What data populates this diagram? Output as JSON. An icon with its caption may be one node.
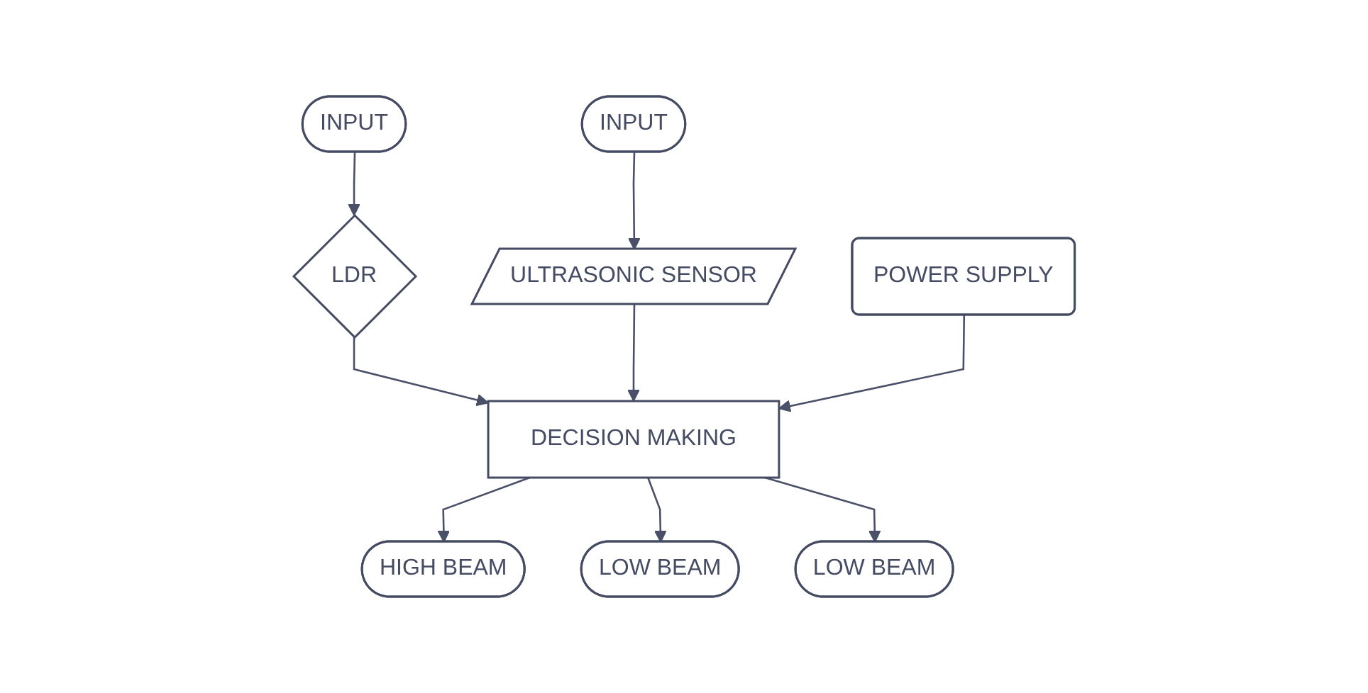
{
  "diagram": {
    "nodes": [
      {
        "text": [
          "INPUT"
        ]
      },
      {
        "text": [
          "HIGH BEAM"
        ]
      },
      {
        "text": [
          "INPUT"
        ]
      },
      {
        "text": [
          "LDR"
        ]
      },
      {
        "text": [
          "ULTRASONIC SENSOR"
        ]
      },
      {
        "text": [
          "LOW BEAM"
        ]
      },
      {
        "text": [
          "DECISION MAKING"
        ]
      },
      {
        "text": [
          "LOW BEAM"
        ]
      },
      {
        "text": [
          "POWER SUPPLY"
        ]
      }
    ],
    "edges": [
      {
        "from": 0,
        "to": 3,
        "arrow": "to"
      },
      {
        "from": 3,
        "to": 6,
        "arrow": "to"
      },
      {
        "from": 6,
        "to": 1,
        "arrow": "to"
      },
      {
        "from": 2,
        "to": 4,
        "arrow": "to"
      },
      {
        "from": 4,
        "to": 6,
        "arrow": "to"
      },
      {
        "from": 6,
        "to": 5,
        "arrow": "to"
      },
      {
        "from": 6,
        "to": 7,
        "arrow": "to"
      },
      {
        "from": 8,
        "to": 6,
        "arrow": "to"
      }
    ]
  }
}
